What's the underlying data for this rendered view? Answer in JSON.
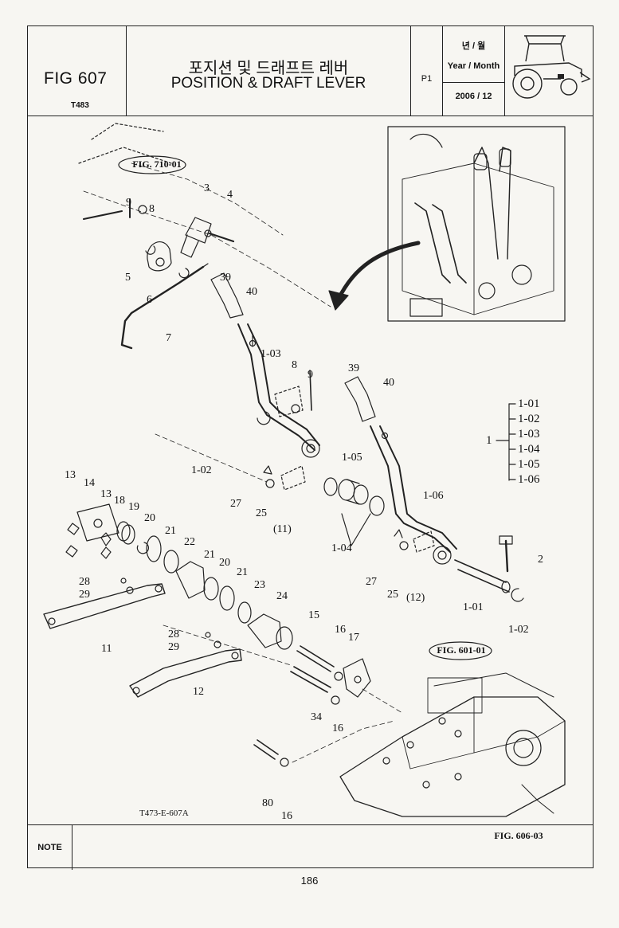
{
  "header": {
    "figure_number": "FIG 607",
    "model_code": "T483",
    "title_korean": "포지션 및 드래프트 레버",
    "title_english": "POSITION & DRAFT LEVER",
    "page_code": "P1",
    "date_label_korean": "년 / 월",
    "date_label_english": "Year / Month",
    "date_value": "2006 / 12"
  },
  "drawing": {
    "references": [
      "FIG. 710-01",
      "FIG. 601-01",
      "FIG. 606-03"
    ],
    "drawing_code": "T473-E-607A",
    "group_parent": "1",
    "group_items": [
      "1-01",
      "1-02",
      "1-03",
      "1-04",
      "1-05",
      "1-06"
    ],
    "callouts": [
      "3",
      "4",
      "9",
      "8",
      "5",
      "6",
      "7",
      "39",
      "40",
      "1-03",
      "8",
      "9",
      "39",
      "40",
      "1-02",
      "1-05",
      "27",
      "25",
      "(11)",
      "1-04",
      "1-06",
      "2",
      "27",
      "25",
      "(12)",
      "1-01",
      "1-02",
      "13",
      "14",
      "13",
      "18",
      "19",
      "20",
      "21",
      "22",
      "21",
      "20",
      "21",
      "23",
      "24",
      "15",
      "16",
      "17",
      "28",
      "29",
      "28",
      "29",
      "11",
      "12",
      "34",
      "16",
      "80",
      "16"
    ]
  },
  "note": {
    "label": "NOTE"
  },
  "footer": {
    "page_number": "186"
  }
}
